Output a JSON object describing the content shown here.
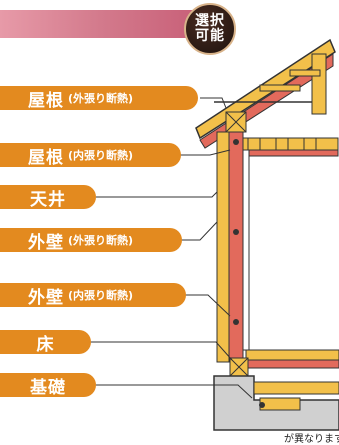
{
  "badge": {
    "line1": "選択",
    "line2": "可能"
  },
  "labels": [
    {
      "main": "屋根",
      "sub": "(外張り断熱)"
    },
    {
      "main": "屋根",
      "sub": "(内張り断熱)"
    },
    {
      "main": "天井",
      "sub": ""
    },
    {
      "main": "外壁",
      "sub": "(外張り断熱)"
    },
    {
      "main": "外壁",
      "sub": "(内張り断熱)"
    },
    {
      "main": "床",
      "sub": ""
    },
    {
      "main": "基礎",
      "sub": ""
    }
  ],
  "footnote": "が異なります。",
  "colors": {
    "banner": "#d37a8c",
    "pill": "#e38a1f",
    "insulation": "#e26a5c",
    "timber": "#f2c04a",
    "line": "#333333",
    "concrete": "#d0d0d0"
  }
}
